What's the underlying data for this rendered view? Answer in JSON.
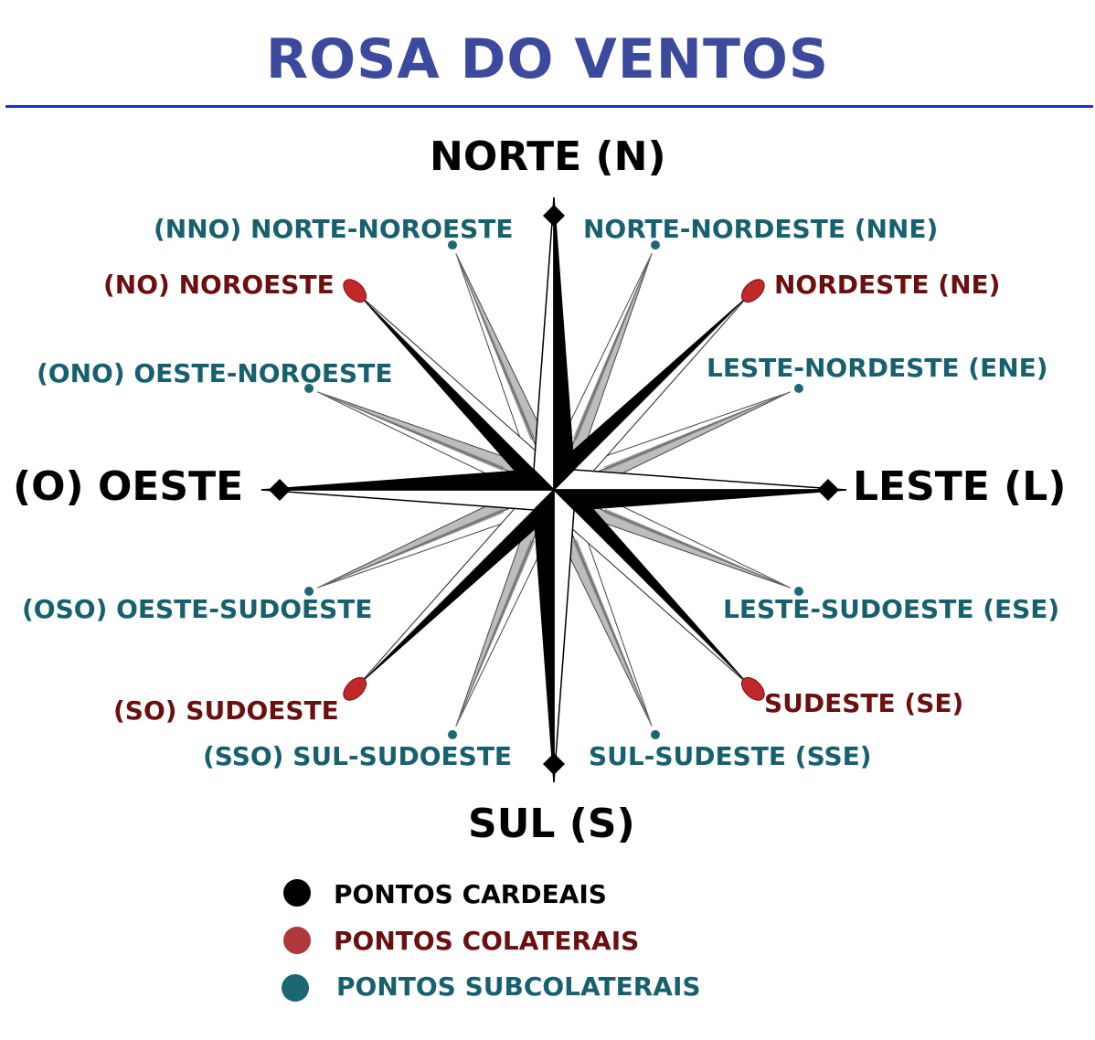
{
  "title": "ROSA DO VENTOS",
  "cardinal": {
    "north": "NORTE (N)",
    "south": "SUL (S)",
    "east": "LESTE (L)",
    "west": "(O) OESTE"
  },
  "collateral": {
    "northeast": "NORDESTE (NE)",
    "northwest": "(NO) NOROESTE",
    "southeast": "SUDESTE (SE)",
    "southwest": "(SO) SUDOESTE"
  },
  "subcollateral": {
    "nne": "NORTE-NORDESTE (NNE)",
    "nno": "(NNO) NORTE-NOROESTE",
    "ene": "LESTE-NORDESTE (ENE)",
    "ono": "(ONO) OESTE-NOROESTE",
    "ese": "LESTE-SUDOESTE (ESE)",
    "oso": "(OSO) OESTE-SUDOESTE",
    "sse": "SUL-SUDESTE (SSE)",
    "sso": "(SSO) SUL-SUDOESTE"
  },
  "legend": [
    {
      "label": "PONTOS CARDEAIS",
      "color": "#000000",
      "text_color": "#000000"
    },
    {
      "label": "PONTOS COLATERAIS",
      "color": "#b0383a",
      "text_color": "#6b0f0f"
    },
    {
      "label": "PONTOS SUBCOLATERAIS",
      "color": "#1d6775",
      "text_color": "#17606e"
    }
  ],
  "colors": {
    "title": "#3c4a9e",
    "rule": "#1f2fd0",
    "cardinal": "#000000",
    "collateral": "#6b0f0f",
    "collateral_tip": "#c0282a",
    "subcollateral": "#17606e",
    "subcollateral_dot": "#1d6775"
  }
}
